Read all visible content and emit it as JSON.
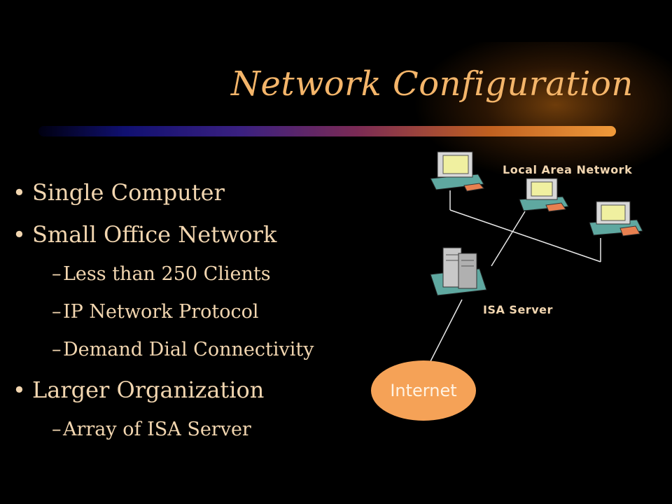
{
  "slide": {
    "title": "Network Configuration",
    "bullets": [
      {
        "text": "Single Computer"
      },
      {
        "text": "Small Office Network",
        "sub": [
          "Less than 250 Clients",
          "IP Network Protocol",
          "Demand Dial Connectivity"
        ]
      },
      {
        "text": "Larger Organization",
        "sub": [
          "Array of ISA Server"
        ]
      }
    ]
  },
  "diagram": {
    "lan_label": "Local Area Network",
    "server_label": "ISA Server",
    "internet_label": "Internet",
    "icons": [
      "computer-icon",
      "computer-icon",
      "computer-icon",
      "server-icon"
    ]
  },
  "colors": {
    "background": "#000000",
    "title": "#f4b56a",
    "text": "#f2d6b0",
    "internet": "#f5a257"
  }
}
